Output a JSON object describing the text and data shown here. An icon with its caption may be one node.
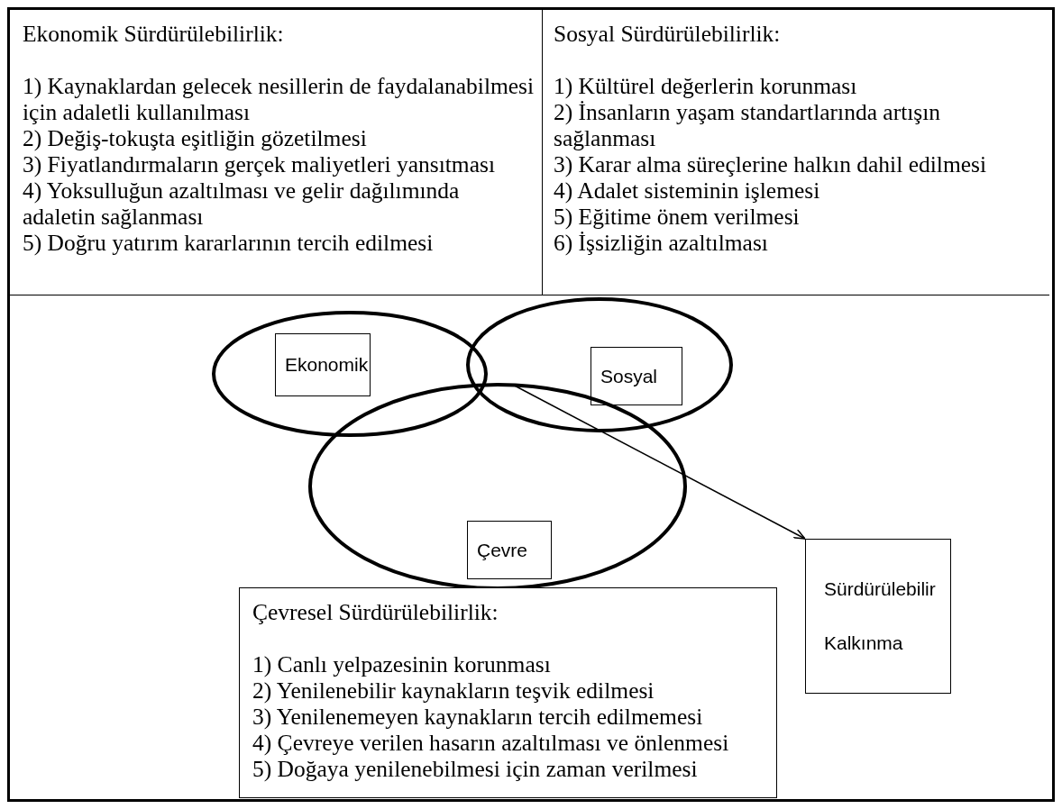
{
  "diagram": {
    "nodes": [
      {
        "text": [
          "Ekonomik Sürdürülebilirlik:",
          "1) Kaynaklardan gelecek nesillerin de faydalanabilmesi için adaletli kullanılması",
          "2) Değiş-tokuşta eşitliğin gözetilmesi",
          "3) Fiyatlandırmaların gerçek maliyetleri yansıtması",
          "4) Yoksulluğun azaltılması ve gelir dağılımında adaletin sağlanması",
          "5) Doğru yatırım kararlarının tercih edilmesi"
        ]
      },
      {
        "text": [
          "Sosyal Sürdürülebilirlik:",
          "1) Kültürel değerlerin korunması",
          "2) İnsanların yaşam standartlarında artışın sağlanması",
          "3) Karar alma süreçlerine halkın dahil edilmesi",
          "4) Adalet sisteminin işlemesi",
          "5) Eğitime önem verilmesi",
          "6) İşsizliğin azaltılması"
        ]
      },
      {
        "text": [],
        "shape": "ellipse"
      },
      {
        "text": [],
        "shape": "ellipse"
      },
      {
        "text": [],
        "shape": "ellipse"
      },
      {
        "text": [
          "Ekonomik"
        ],
        "in": 2
      },
      {
        "text": [
          "Sosyal"
        ],
        "in": 3
      },
      {
        "text": [
          "Çevre"
        ],
        "in": 4
      },
      {
        "text": [
          "Sürdürülebilir Kalkınma"
        ]
      },
      {
        "text": [
          "Çevresel Sürdürülebilirlik:",
          "1) Canlı yelpazesinin korunması",
          "2) Yenilenebilir kaynakların teşvik edilmesi",
          "3) Yenilenemeyen kaynakların tercih edilmemesi",
          "4) Çevreye verilen hasarın azaltılması ve önlenmesi",
          "5) Doğaya yenilenebilmesi için zaman verilmesi"
        ]
      }
    ],
    "edges": [
      {
        "from": 4,
        "to": 8,
        "arrow": "to"
      }
    ]
  }
}
